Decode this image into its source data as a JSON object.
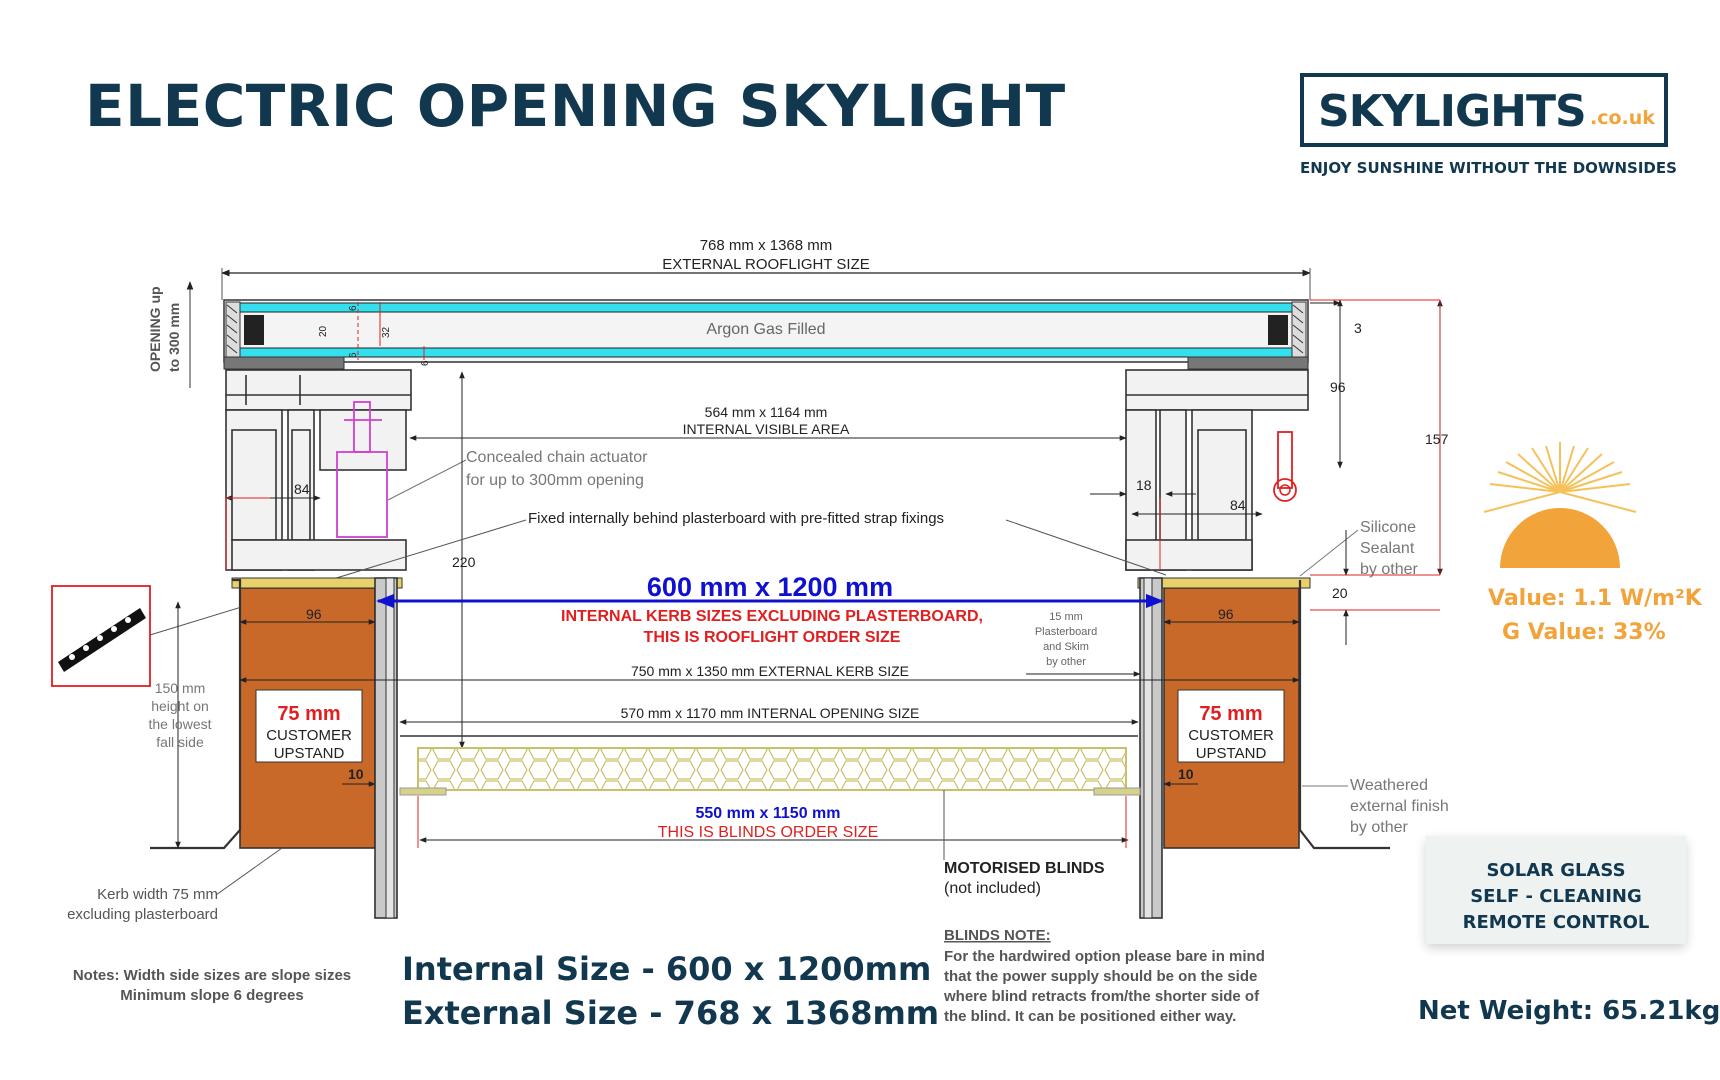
{
  "header": {
    "title": "ELECTRIC OPENING SKYLIGHT",
    "logo_main": "SKYLIGHTS",
    "logo_tld": ".co.uk",
    "tagline": "ENJOY SUNSHINE WITHOUT THE DOWNSIDES"
  },
  "sidebar": {
    "u_value": "Value: 1.1 W/m²K",
    "g_value": "G Value: 33%",
    "features": [
      "SOLAR GLASS",
      "SELF - CLEANING",
      "REMOTE CONTROL"
    ],
    "net_weight": "Net Weight: 65.21kg"
  },
  "sizes": {
    "internal": "Internal Size  - 600 x 1200mm",
    "external": "External Size - 768 x 1368mm"
  },
  "drawing": {
    "opening_1": "OPENING up",
    "opening_2": "to 300 mm",
    "ext_size": "768 mm x 1368 mm",
    "ext_label": "EXTERNAL ROOFLIGHT SIZE",
    "argon": "Argon Gas Filled",
    "dim_3": "3",
    "dim_96_right": "96",
    "dim_157": "157",
    "dim_20_glass": "20",
    "dim_32": "32",
    "dim_6a": "6",
    "dim_6b": "6",
    "dim_6c": "6",
    "visible_size": "564 mm x 1164 mm",
    "visible_label": "INTERNAL VISIBLE AREA",
    "actuator_1": "Concealed chain actuator",
    "actuator_2": "for up to 300mm opening",
    "dim_84_left": "84",
    "dim_84_right": "84",
    "dim_18": "18",
    "dim_220": "220",
    "fixed_note": "Fixed internally behind plasterboard with pre-fitted strap fixings",
    "silicone_1": "Silicone",
    "silicone_2": "Sealant",
    "silicone_3": "by other",
    "dim_20_right": "20",
    "kerb_size": "600 mm x 1200 mm",
    "kerb_note_1": "INTERNAL KERB SIZES EXCLUDING PLASTERBOARD,",
    "kerb_note_2": "THIS IS ROOFLIGHT ORDER SIZE",
    "dim_96_left_kerb": "96",
    "dim_96_right_kerb": "96",
    "plaster_1": "15 mm",
    "plaster_2": "Plasterboard",
    "plaster_3": "and Skim",
    "plaster_4": "by other",
    "ext_kerb": "750 mm x 1350 mm EXTERNAL KERB SIZE",
    "height_1": "150 mm",
    "height_2": "height on",
    "height_3": "the lowest",
    "height_4": "fall side",
    "upstand_mm": "75 mm",
    "upstand_1": "CUSTOMER",
    "upstand_2": "UPSTAND",
    "int_opening": "570 mm x 1170 mm INTERNAL OPENING SIZE",
    "dim_10": "10",
    "blinds_size": "550 mm x 1150 mm",
    "blinds_label": "THIS IS BLINDS ORDER SIZE",
    "weathered_1": "Weathered",
    "weathered_2": "external finish",
    "weathered_3": "by other",
    "motor_1": "MOTORISED BLINDS",
    "motor_2": "(not included)",
    "kerb_width_1": "Kerb width 75 mm",
    "kerb_width_2": "excluding plasterboard",
    "notes_1": "Notes: Width side sizes are slope sizes",
    "notes_2": "Minimum slope 6 degrees",
    "blinds_note_title": "BLINDS NOTE:",
    "blinds_note_1": "For the hardwired option please bare in mind",
    "blinds_note_2": "that the power supply should be on the side",
    "blinds_note_3": "where blind retracts from/the shorter side of",
    "blinds_note_4": "the blind. It can be positioned either way."
  },
  "colors": {
    "navy": "#123850",
    "orange": "#f2a33a",
    "red_text": "#e02020",
    "blue_dim": "#1010d0",
    "glass": "#34e0ee",
    "kerb": "#c8692a"
  }
}
